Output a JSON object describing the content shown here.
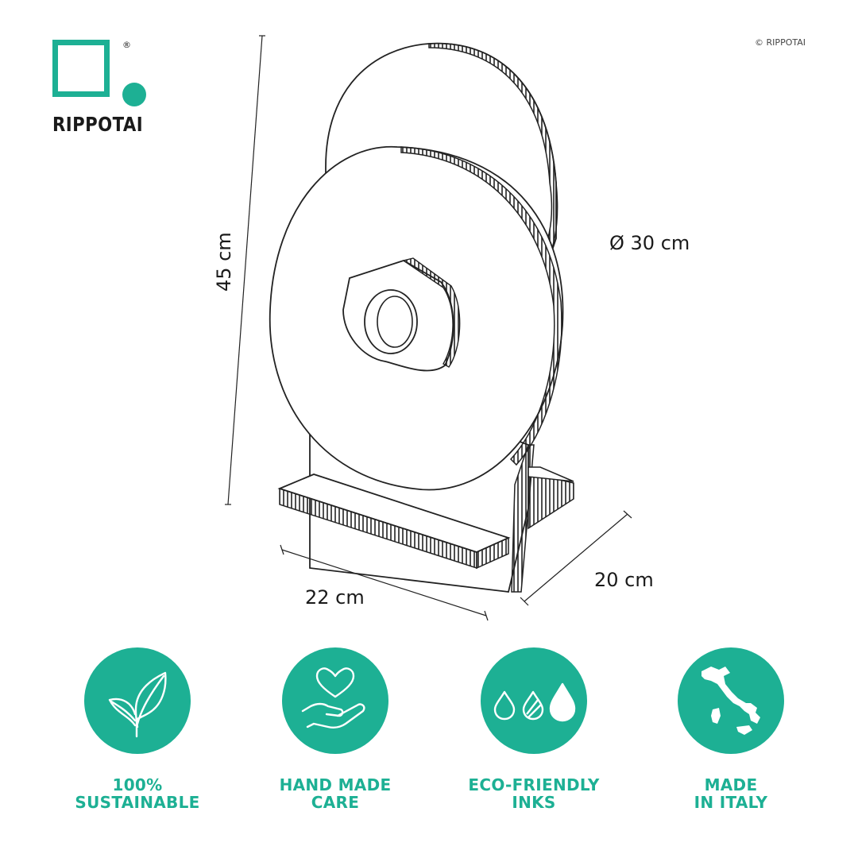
{
  "brand": {
    "name": "RIPPOTAI",
    "registered": "®",
    "copyright": "© RIPPOTAI",
    "accent_color": "#1db094"
  },
  "dimensions": {
    "height": "45 cm",
    "diameter": "Ø 30 cm",
    "width": "22 cm",
    "depth": "20 cm"
  },
  "badges": [
    {
      "icon": "leaf-icon",
      "line1": "100%",
      "line2": "SUSTAINABLE"
    },
    {
      "icon": "heart-hand-icon",
      "line1": "HAND MADE",
      "line2": "CARE"
    },
    {
      "icon": "ink-drops-icon",
      "line1": "ECO-FRIENDLY",
      "line2": "INKS"
    },
    {
      "icon": "italy-map-icon",
      "line1": "MADE",
      "line2": "IN ITALY"
    }
  ]
}
